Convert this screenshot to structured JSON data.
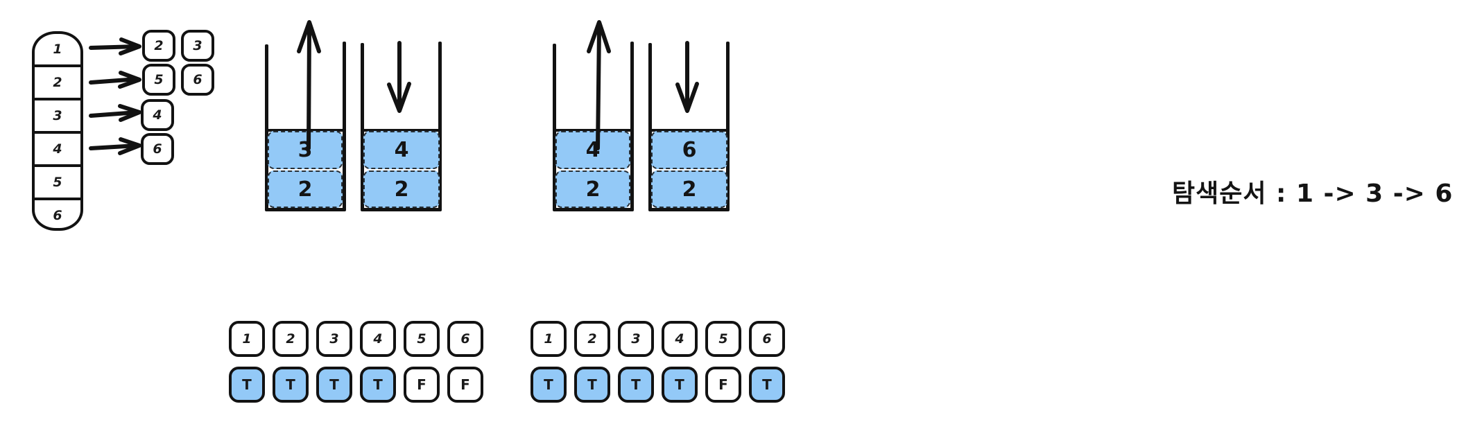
{
  "diagram": {
    "title_caption": "탐색순서 : 1 -> 3 -> 6",
    "colors": {
      "ink": "#121212",
      "highlight_blue": "#93c9f7",
      "paper": "#ffffff"
    }
  },
  "adjacency_list": {
    "nodes": [
      {
        "id": "1",
        "neighbors": [
          "2",
          "3"
        ]
      },
      {
        "id": "2",
        "neighbors": [
          "5",
          "6"
        ]
      },
      {
        "id": "3",
        "neighbors": [
          "4"
        ]
      },
      {
        "id": "4",
        "neighbors": [
          "6"
        ]
      },
      {
        "id": "5",
        "neighbors": []
      },
      {
        "id": "6",
        "neighbors": []
      }
    ]
  },
  "stack_snapshots": [
    {
      "name": "snapshot-1-pop",
      "operation": "pop",
      "arrow_direction": "up",
      "cells": [
        "3",
        "2"
      ],
      "top_value": "3"
    },
    {
      "name": "snapshot-1-push",
      "operation": "push",
      "arrow_direction": "down",
      "cells": [
        "4",
        "2"
      ],
      "top_value": "4"
    },
    {
      "name": "snapshot-2-pop",
      "operation": "pop",
      "arrow_direction": "up",
      "cells": [
        "4",
        "2"
      ],
      "top_value": "4"
    },
    {
      "name": "snapshot-2-push",
      "operation": "push",
      "arrow_direction": "down",
      "cells": [
        "6",
        "2"
      ],
      "top_value": "6"
    }
  ],
  "visited_arrays": [
    {
      "name": "visited-array-1",
      "indices": [
        "1",
        "2",
        "3",
        "4",
        "5",
        "6"
      ],
      "flags": [
        "T",
        "T",
        "T",
        "T",
        "F",
        "F"
      ],
      "marked": [
        true,
        true,
        true,
        true,
        false,
        false
      ]
    },
    {
      "name": "visited-array-2",
      "indices": [
        "1",
        "2",
        "3",
        "4",
        "5",
        "6"
      ],
      "flags": [
        "T",
        "T",
        "T",
        "T",
        "F",
        "T"
      ],
      "marked": [
        true,
        true,
        true,
        true,
        false,
        true
      ]
    }
  ]
}
